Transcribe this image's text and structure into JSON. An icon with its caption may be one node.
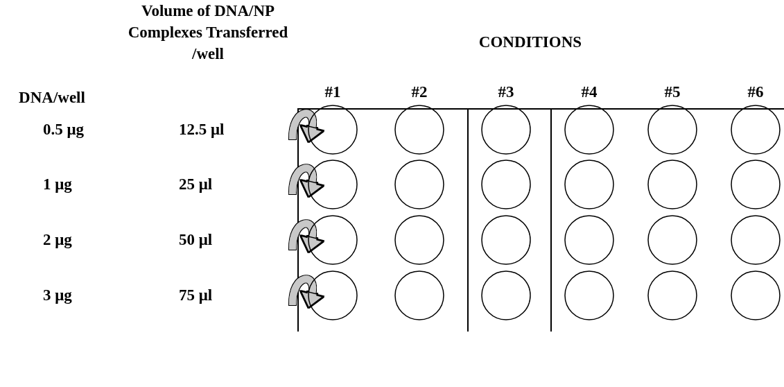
{
  "diagram": {
    "nodes": [
      {
        "text": [],
        "shape": "circle"
      },
      {
        "text": [],
        "shape": "circle"
      },
      {
        "text": [],
        "shape": "circle"
      },
      {
        "text": [],
        "shape": "circle"
      },
      {
        "text": [],
        "shape": "circle"
      },
      {
        "text": [],
        "shape": "circle"
      },
      {
        "text": [],
        "shape": "circle"
      },
      {
        "text": [],
        "shape": "circle"
      },
      {
        "text": [],
        "shape": "circle"
      },
      {
        "text": [],
        "shape": "circle"
      },
      {
        "text": [],
        "shape": "circle"
      },
      {
        "text": [],
        "shape": "circle"
      },
      {
        "text": [],
        "shape": "circle"
      },
      {
        "text": [],
        "shape": "circle"
      },
      {
        "text": [],
        "shape": "circle"
      },
      {
        "text": [],
        "shape": "circle"
      },
      {
        "text": [],
        "shape": "circle"
      },
      {
        "text": [],
        "shape": "circle"
      },
      {
        "text": [],
        "shape": "circle"
      },
      {
        "text": [],
        "shape": "circle"
      },
      {
        "text": [],
        "shape": "circle"
      },
      {
        "text": [],
        "shape": "circle"
      },
      {
        "text": [],
        "shape": "circle"
      },
      {
        "text": [],
        "shape": "circle"
      }
    ],
    "edges": [
      {
        "from": null,
        "to": 0,
        "arrow": "to"
      },
      {
        "from": null,
        "to": 6,
        "arrow": "to"
      },
      {
        "from": null,
        "to": 12,
        "arrow": "to"
      },
      {
        "from": null,
        "to": 18,
        "arrow": "to"
      }
    ],
    "labels": [
      "Volume of DNA/NP Complexes Transferred /well",
      "CONDITIONS",
      "DNA/well",
      "#1",
      "#2",
      "#3",
      "#4",
      "#5",
      "#6",
      "0.5 μg",
      "12.5 μl",
      "1 μg",
      "25 μl",
      "2 μg",
      "50 μl",
      "3 μg",
      "75 μl"
    ]
  }
}
